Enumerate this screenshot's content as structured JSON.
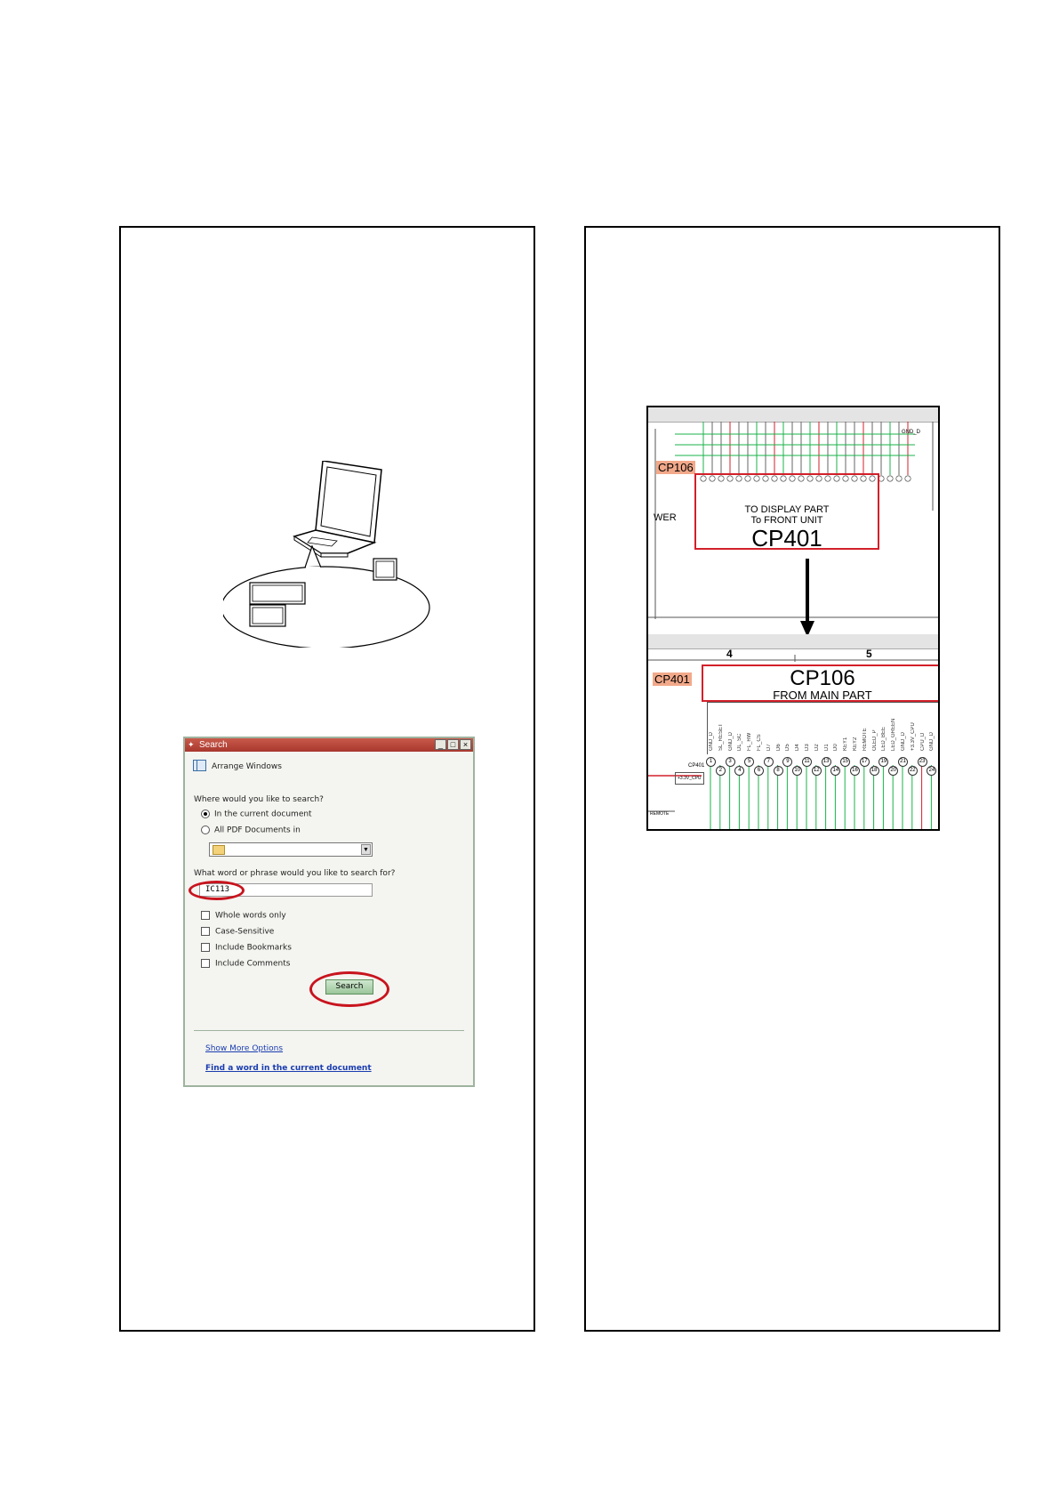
{
  "left_panel": {
    "search_dialog": {
      "title": "Search",
      "title_buttons": [
        "_",
        "□",
        "×"
      ],
      "arrange_label": "Arrange Windows",
      "where_question": "Where would you like to search?",
      "option_current": "In the current document",
      "option_all_pdf": "All PDF Documents in",
      "what_question": "What word or phrase would you like to search for?",
      "search_value": "IC113",
      "checkboxes": [
        "Whole words only",
        "Case-Sensitive",
        "Include Bookmarks",
        "Include Comments"
      ],
      "search_button": "Search",
      "link_more": "Show More Options",
      "link_find": "Find a word in the current document"
    }
  },
  "right_panel": {
    "schematic": {
      "top": {
        "connector_label": "CP106",
        "side_text": "WER",
        "box_line1": "TO DISPLAY PART",
        "box_line2": "To FRONT UNIT",
        "box_big": "CP401",
        "corner_text": "GND_D"
      },
      "bottom": {
        "connector_label": "CP401",
        "ruler_left": "4",
        "ruler_right": "5",
        "box_big": "CP106",
        "box_sub": "FROM MAIN PART",
        "row_label": "CP401",
        "net_label": "+3.3V_CPU",
        "remote_label": "REMOTE",
        "pin_labels": [
          "GND_D",
          "SL_RESET",
          "GND_D",
          "DL_SC",
          "FL_RW",
          "FL_CS",
          "D7",
          "D6",
          "D5",
          "D4",
          "D3",
          "D2",
          "D1",
          "D0",
          "KEY1",
          "KEY2",
          "REMOTE",
          "OLED_P",
          "LED_BEE",
          "LED_GREEN",
          "GND_D",
          "+3.3V_CPU",
          "CPU_D",
          "GND_D"
        ]
      }
    }
  }
}
